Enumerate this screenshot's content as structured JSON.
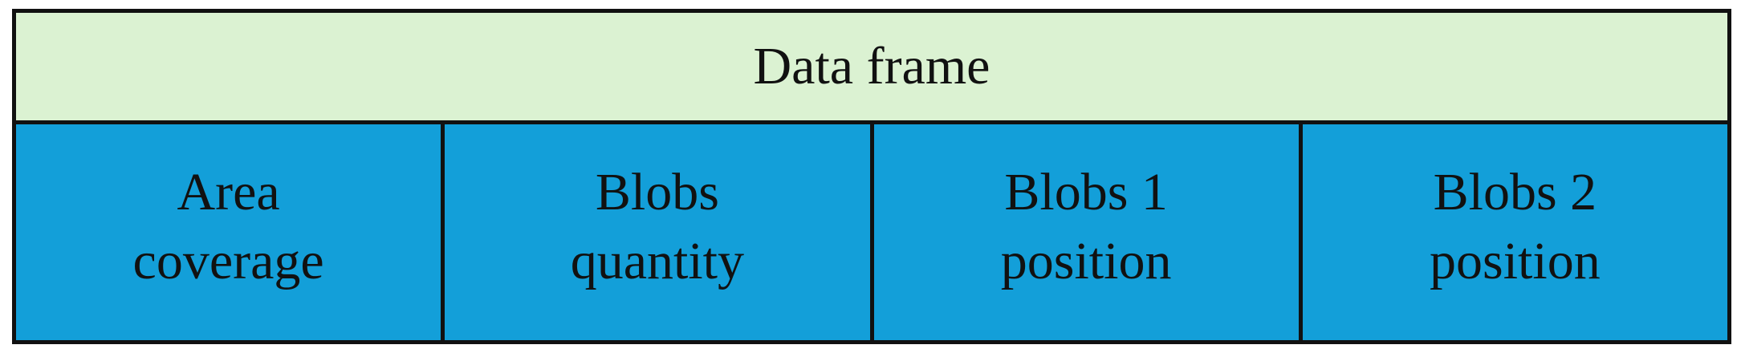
{
  "diagram": {
    "header": {
      "label": "Data frame",
      "color": "#dbf2d2"
    },
    "fields": [
      {
        "label": "Area\ncoverage"
      },
      {
        "label": "Blobs\nquantity"
      },
      {
        "label": "Blobs 1\nposition"
      },
      {
        "label": "Blobs 2\nposition"
      }
    ],
    "field_color": "#139fd9",
    "border_color": "#111111"
  }
}
